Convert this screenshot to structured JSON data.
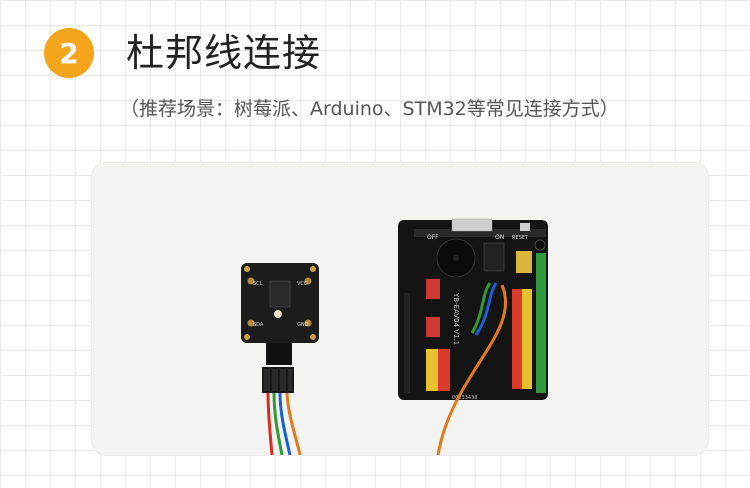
{
  "header": {
    "step_number": "2",
    "title": "杜邦线连接",
    "subtitle": "（推荐场景：树莓派、Arduino、STM32等常见连接方式）"
  },
  "photo": {
    "sensor_module": {
      "labels": [
        "VCC",
        "GND",
        "SDA",
        "SCL"
      ],
      "wire_colors": [
        "#d4301f",
        "#2e9b37",
        "#1a5fd6",
        "#e07a1c"
      ]
    },
    "expansion_board": {
      "switch_labels": {
        "off": "OFF",
        "on": "ON",
        "reset": "RESET"
      },
      "brand": "YB-EAV04 V1.1",
      "serial": "00233438"
    }
  }
}
